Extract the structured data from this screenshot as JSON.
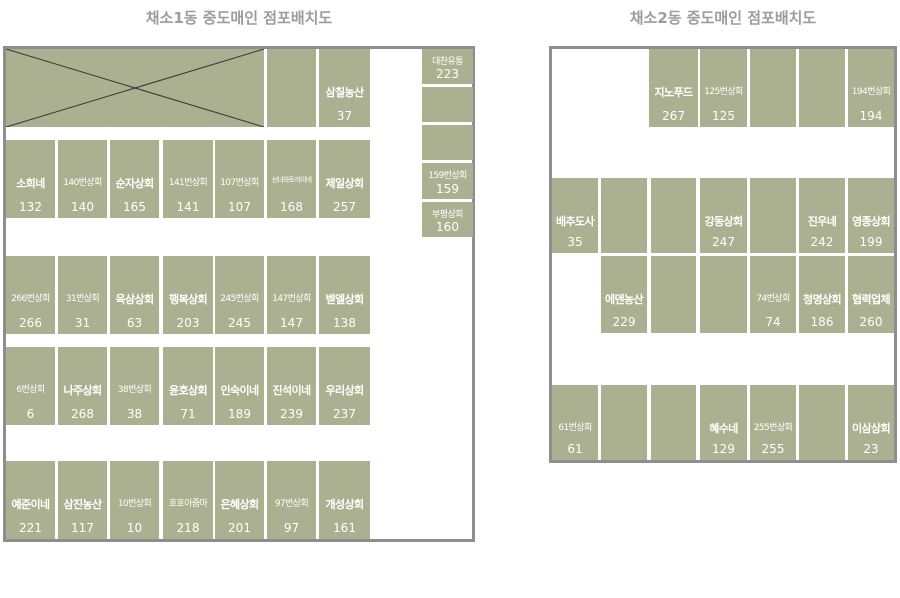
{
  "maps": [
    {
      "title": "채소1동 중도매인 점포배치도",
      "stalls": [
        {
          "name": "",
          "number": ""
        },
        {
          "name": "",
          "number": ""
        },
        {
          "name": "삼칠농산",
          "number": "37"
        },
        {
          "name": "대찬유통",
          "number": "223"
        },
        {
          "name": "",
          "number": ""
        },
        {
          "name": "",
          "number": ""
        },
        {
          "name": "소희네",
          "number": "132"
        },
        {
          "name": "140번상회",
          "number": "140"
        },
        {
          "name": "순자상회",
          "number": "165"
        },
        {
          "name": "141번상회",
          "number": "141"
        },
        {
          "name": "107번상회",
          "number": "107"
        },
        {
          "name": "선녀와토끼이네",
          "number": "168"
        },
        {
          "name": "제일상회",
          "number": "257"
        },
        {
          "name": "159번상회",
          "number": "159"
        },
        {
          "name": "부평상회",
          "number": "160"
        },
        {
          "name": "266번상회",
          "number": "266"
        },
        {
          "name": "31번상회",
          "number": "31"
        },
        {
          "name": "육삼상회",
          "number": "63"
        },
        {
          "name": "행복상회",
          "number": "203"
        },
        {
          "name": "245번상회",
          "number": "245"
        },
        {
          "name": "147번상회",
          "number": "147"
        },
        {
          "name": "벧엘상회",
          "number": "138"
        },
        {
          "name": "6번상회",
          "number": "6"
        },
        {
          "name": "나주상회",
          "number": "268"
        },
        {
          "name": "38번상회",
          "number": "38"
        },
        {
          "name": "윤호상회",
          "number": "71"
        },
        {
          "name": "인숙이네",
          "number": "189"
        },
        {
          "name": "진석이네",
          "number": "239"
        },
        {
          "name": "우리상회",
          "number": "237"
        },
        {
          "name": "예준이네",
          "number": "221"
        },
        {
          "name": "삼진농산",
          "number": "117"
        },
        {
          "name": "10번상회",
          "number": "10"
        },
        {
          "name": "호호아줌마",
          "number": "218"
        },
        {
          "name": "은혜상회",
          "number": "201"
        },
        {
          "name": "97번상회",
          "number": "97"
        },
        {
          "name": "개성상회",
          "number": "161"
        }
      ]
    },
    {
      "title": "채소2동 중도매인 점포배치도",
      "stalls": [
        {
          "name": "지노푸드",
          "number": "267"
        },
        {
          "name": "125번상회",
          "number": "125"
        },
        {
          "name": "",
          "number": ""
        },
        {
          "name": "",
          "number": ""
        },
        {
          "name": "194번상회",
          "number": "194"
        },
        {
          "name": "배추도사",
          "number": "35"
        },
        {
          "name": "",
          "number": ""
        },
        {
          "name": "",
          "number": ""
        },
        {
          "name": "강동상회",
          "number": "247"
        },
        {
          "name": "",
          "number": ""
        },
        {
          "name": "진우네",
          "number": "242"
        },
        {
          "name": "영종상회",
          "number": "199"
        },
        {
          "name": "에덴농산",
          "number": "229"
        },
        {
          "name": "",
          "number": ""
        },
        {
          "name": "",
          "number": ""
        },
        {
          "name": "",
          "number": ""
        },
        {
          "name": "74번상회",
          "number": "74"
        },
        {
          "name": "청명상회",
          "number": "186"
        },
        {
          "name": "협력업체",
          "number": "260"
        },
        {
          "name": "61번상회",
          "number": "61"
        },
        {
          "name": "",
          "number": ""
        },
        {
          "name": "",
          "number": ""
        },
        {
          "name": "혜수네",
          "number": "129"
        },
        {
          "name": "255번상회",
          "number": "255"
        },
        {
          "name": "",
          "number": ""
        },
        {
          "name": "이삼상회",
          "number": "23"
        }
      ]
    }
  ]
}
